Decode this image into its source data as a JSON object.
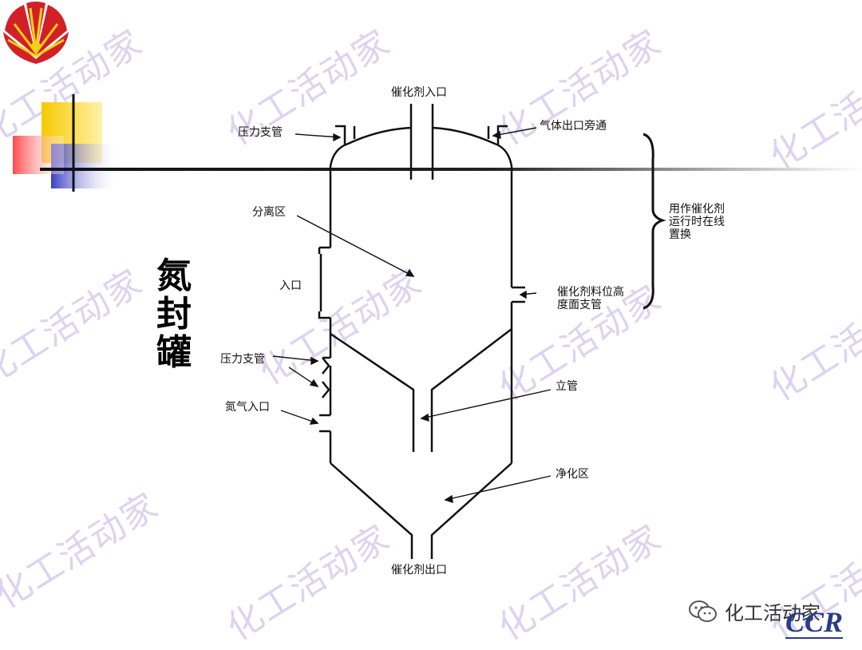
{
  "watermark_text": "化工活动家",
  "side_title": "氮封罐",
  "labels": {
    "catalyst_inlet": "催化剂入口",
    "pressure_branch_top": "压力支管",
    "gas_outlet_bypass": "气体出口旁通",
    "separation_zone": "分离区",
    "inlet": "入口",
    "level_branch": "催化剂料位高度面支管",
    "online_replacement": "用作催化剂运行时在线置换",
    "pressure_branch_mid": "压力支管",
    "standpipe": "立管",
    "nitrogen_inlet": "氮气入口",
    "purification_zone": "净化区",
    "catalyst_outlet": "催化剂出口"
  },
  "footer": {
    "wechat_account": "化工活动家",
    "brand": "CCR"
  },
  "colors": {
    "logo_red": "#d32027",
    "logo_yellow": "#f4d214",
    "accent_blue": "#3a3fc4",
    "accent_yellow": "#f6c900",
    "watermark": "#cfc6ec"
  }
}
